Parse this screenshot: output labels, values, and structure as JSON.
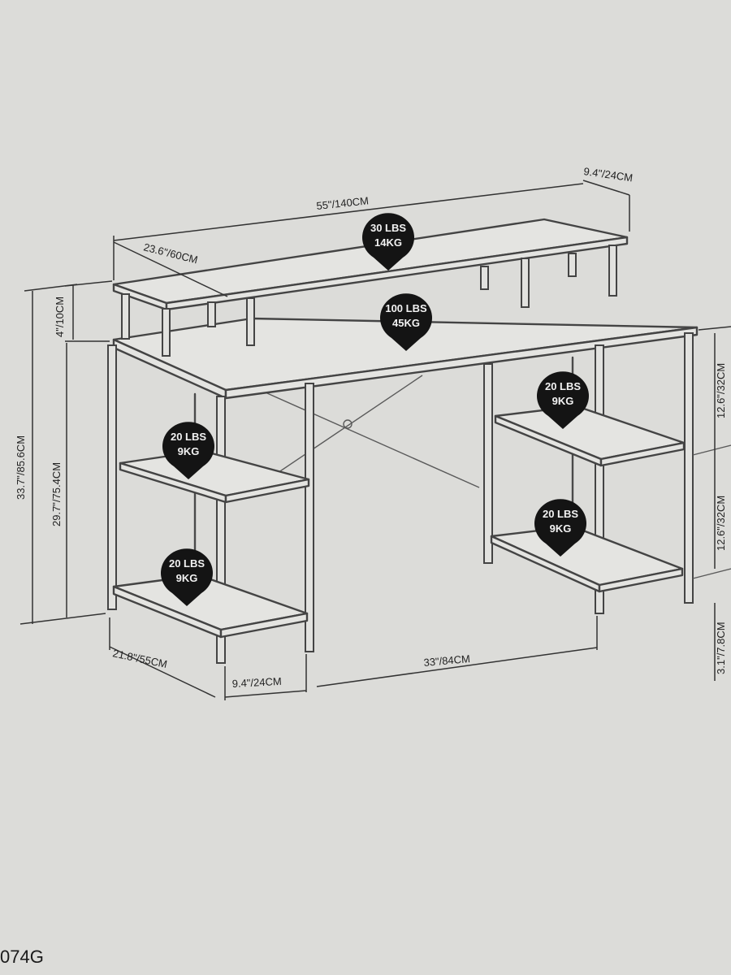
{
  "dimensions": {
    "total_width": "55\"/140CM",
    "monitor_depth": "9.4\"/24CM",
    "shelf_width": "23.6\"/60CM",
    "riser_height": "4\"/10CM",
    "total_height": "33.7\"/85.6CM",
    "desk_height": "29.7\"/75.4CM",
    "right_upper_shelf": "12.6\"/32CM",
    "right_lower_shelf": "12.6\"/32CM",
    "bottom_clearance": "3.1\"/7.8CM",
    "depth": "21.8\"/55CM",
    "left_shelf_width": "9.4\"/24CM",
    "legroom_width": "33\"/84CM"
  },
  "load_badges": {
    "monitor_shelf": {
      "line1": "30 LBS",
      "line2": "14KG"
    },
    "desktop": {
      "line1": "100 LBS",
      "line2": "45KG"
    },
    "left_upper": {
      "line1": "20 LBS",
      "line2": "9KG"
    },
    "left_lower": {
      "line1": "20 LBS",
      "line2": "9KG"
    },
    "right_upper": {
      "line1": "20 LBS",
      "line2": "9KG"
    },
    "right_lower": {
      "line1": "20 LBS",
      "line2": "9KG"
    }
  },
  "model_code": "074G"
}
